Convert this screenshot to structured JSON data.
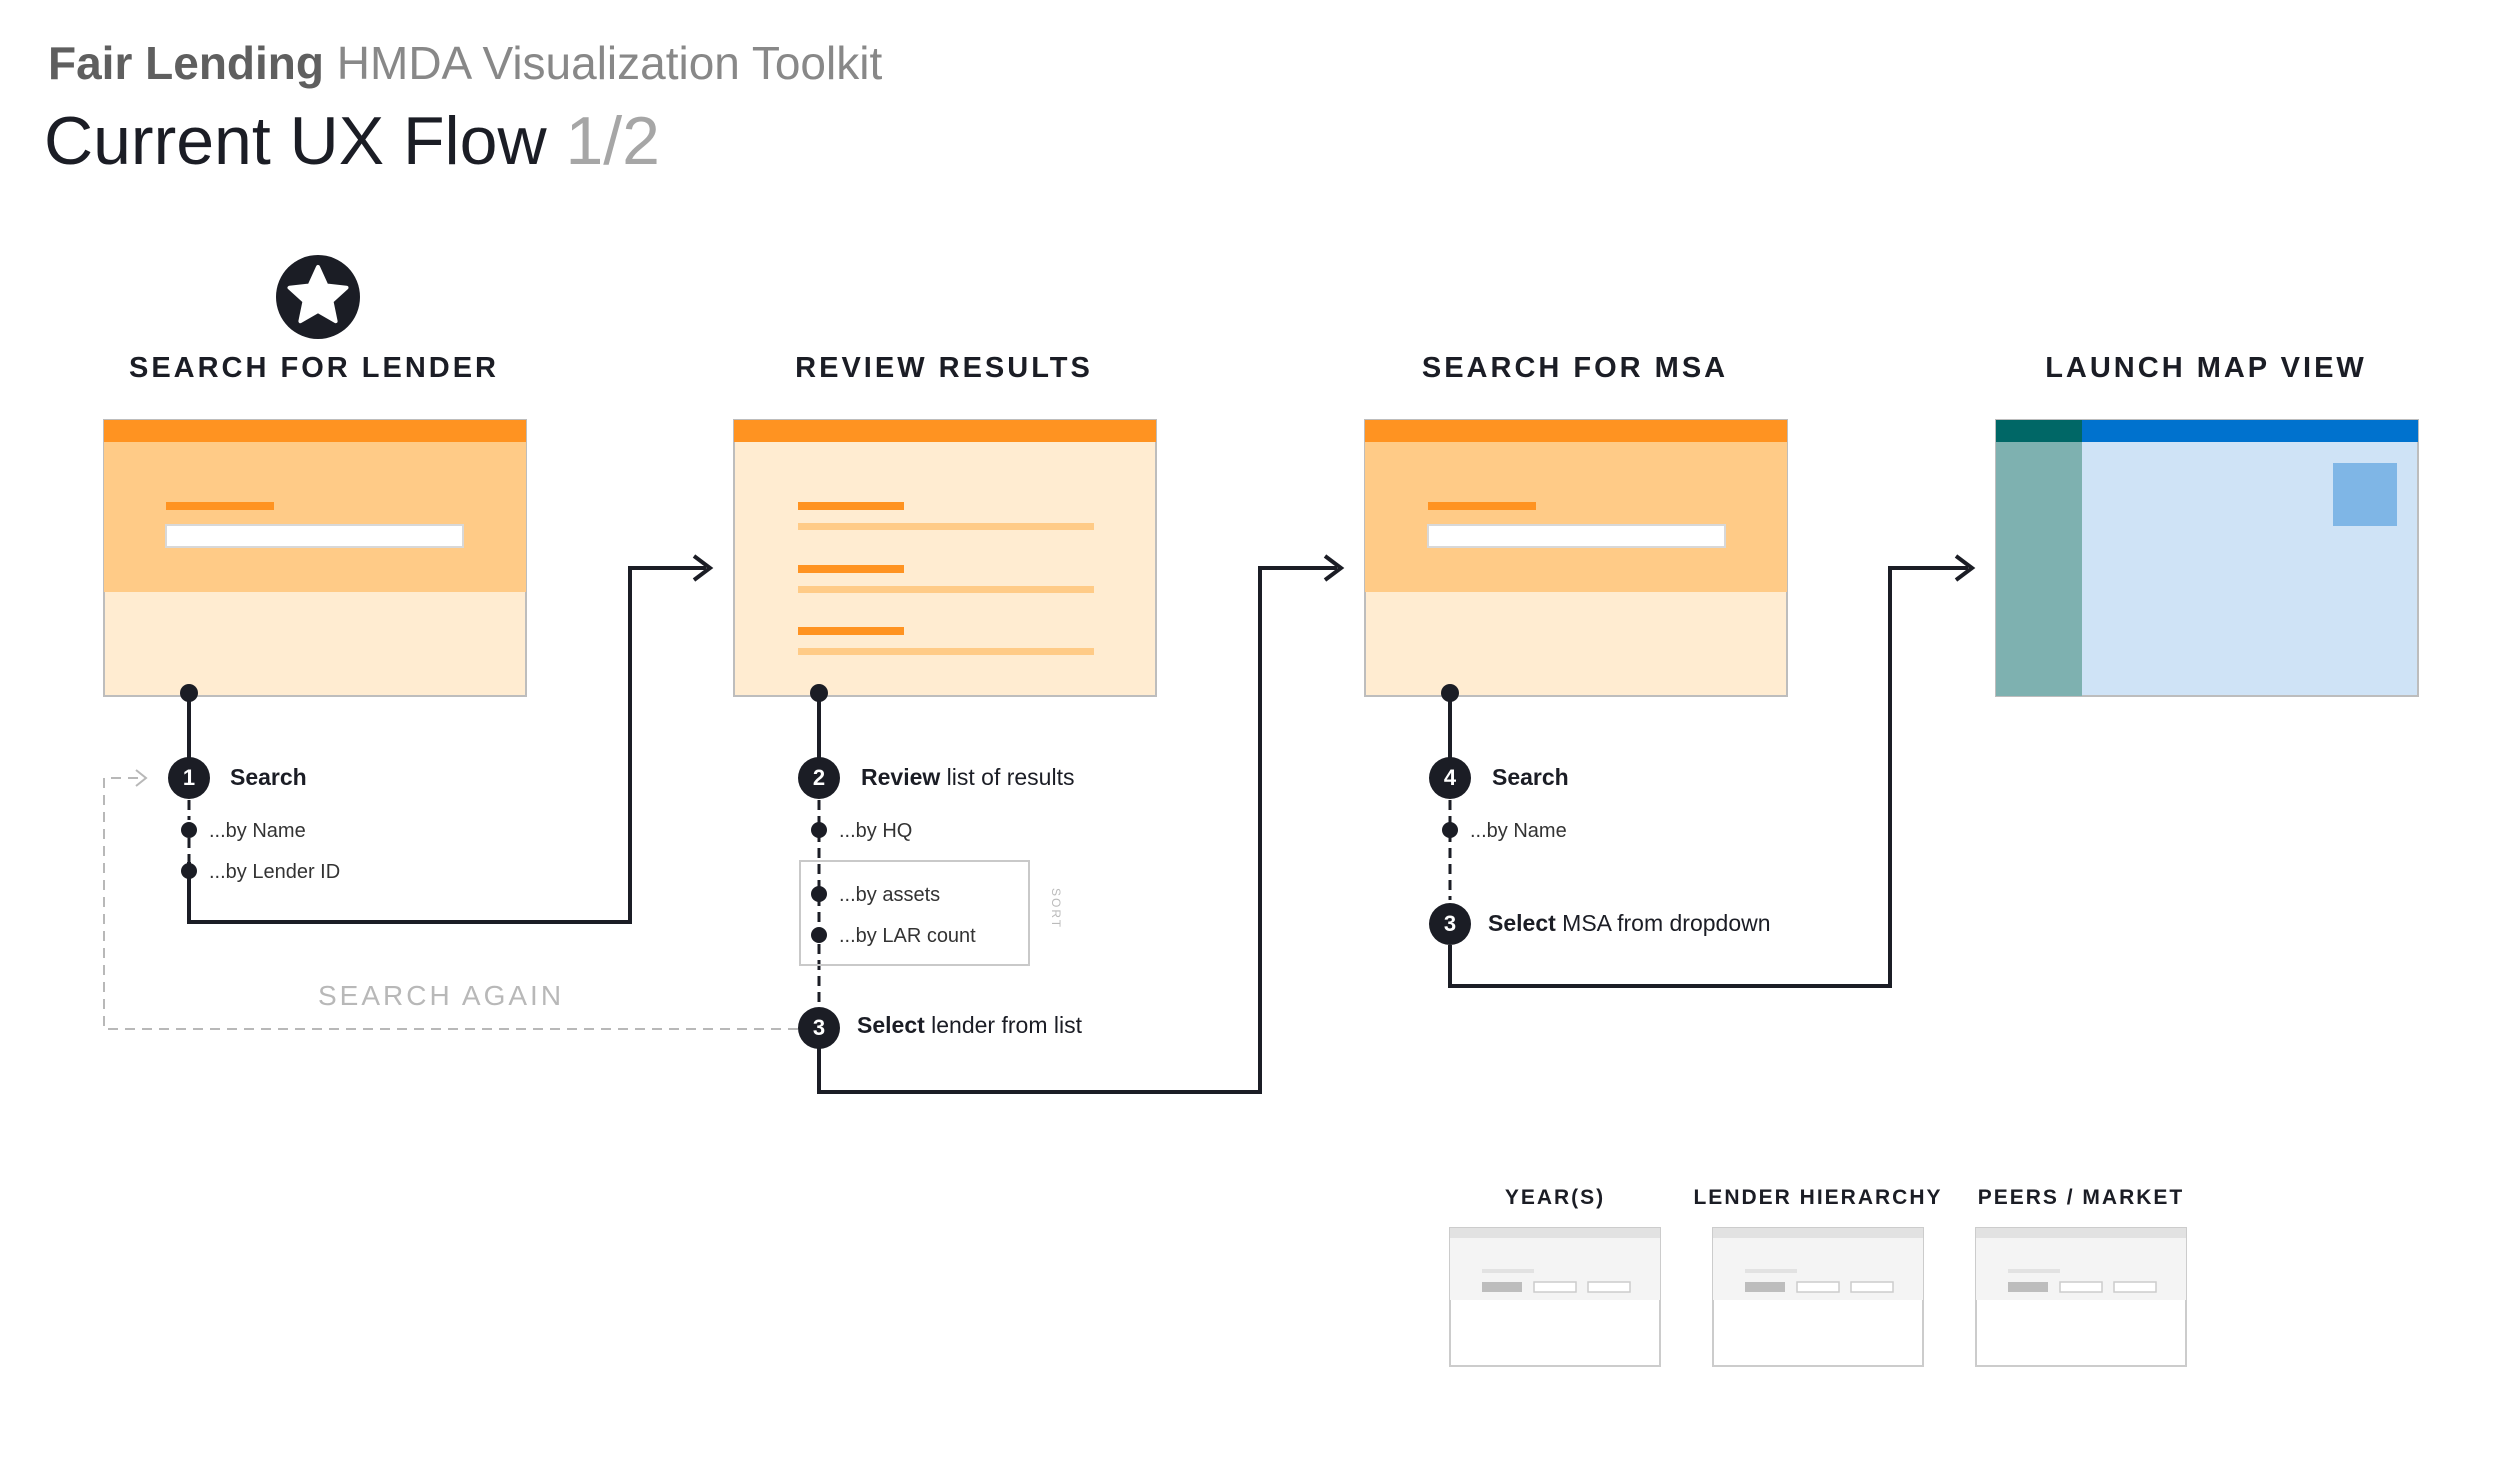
{
  "header": {
    "brand_bold": "Fair Lending",
    "brand_rest": "HMDA Visualization Toolkit",
    "title": "Current UX Flow",
    "page": "1/2"
  },
  "icon": "star-icon",
  "columns": [
    {
      "title": "SEARCH FOR LENDER",
      "step_number": "1",
      "step_label": "Search",
      "options": [
        "...by Name",
        "...by Lender ID"
      ]
    },
    {
      "title": "REVIEW RESULTS",
      "step_number": "2",
      "step_bold": "Review",
      "step_rest": "list of results",
      "options": [
        "...by HQ",
        "...by assets",
        "...by LAR count"
      ],
      "sort_label": "SORT",
      "step3_number": "3",
      "step3_bold": "Select",
      "step3_rest": "lender from list"
    },
    {
      "title": "SEARCH FOR MSA",
      "step_number": "4",
      "step_label": "Search",
      "options": [
        "...by Name"
      ],
      "step3_number": "3",
      "step3_bold": "Select",
      "step3_rest": "MSA from dropdown"
    },
    {
      "title": "LAUNCH MAP VIEW"
    }
  ],
  "search_again": "SEARCH AGAIN",
  "filters": [
    {
      "title": "YEAR(S)"
    },
    {
      "title": "LENDER HIERARCHY"
    },
    {
      "title": "PEERS / MARKET"
    }
  ],
  "colors": {
    "orange": "#ff9321",
    "orange_mid": "#ffcb87",
    "orange_light": "#ffecd1",
    "dark": "#1b1d25",
    "teal_dark": "#006766",
    "teal": "#7eb1b0",
    "blue": "#0072ce",
    "blue_light": "#cfe3f6",
    "blue_mid": "#7fb6e6"
  }
}
